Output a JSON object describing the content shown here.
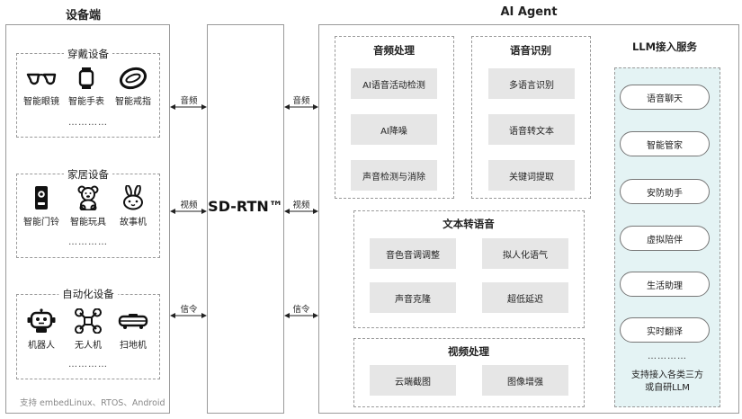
{
  "devices_side": {
    "title": "设备端",
    "wearables": {
      "title": "穿戴设备",
      "items": [
        {
          "icon": "glasses-icon",
          "label": "智能眼镜"
        },
        {
          "icon": "watch-icon",
          "label": "智能手表"
        },
        {
          "icon": "ring-icon",
          "label": "智能戒指"
        }
      ],
      "more": "…………"
    },
    "home": {
      "title": "家居设备",
      "items": [
        {
          "icon": "doorbell-icon",
          "label": "智能门铃"
        },
        {
          "icon": "teddy-bear-icon",
          "label": "智能玩具"
        },
        {
          "icon": "bunny-icon",
          "label": "故事机"
        }
      ],
      "more": "…………"
    },
    "automation": {
      "title": "自动化设备",
      "items": [
        {
          "icon": "robot-icon",
          "label": "机器人"
        },
        {
          "icon": "drone-icon",
          "label": "无人机"
        },
        {
          "icon": "robot-vacuum-icon",
          "label": "扫地机"
        }
      ],
      "more": "…………"
    },
    "support_note": "支持 embedLinux、RTOS、Android"
  },
  "network": {
    "label": "SD-RTN™",
    "left_links": [
      "音频",
      "视频",
      "信令"
    ],
    "right_links": [
      "音频",
      "视频",
      "信令"
    ]
  },
  "agent": {
    "title": "AI Agent",
    "audio_processing": {
      "title": "音频处理",
      "items": [
        "AI语音活动检测",
        "AI降噪",
        "声音检测与消除"
      ]
    },
    "speech_recognition": {
      "title": "语音识别",
      "items": [
        "多语言识别",
        "语音转文本",
        "关键词提取"
      ]
    },
    "tts": {
      "title": "文本转语音",
      "items": [
        "音色音调调整",
        "拟人化语气",
        "声音克隆",
        "超低延迟"
      ]
    },
    "video_processing": {
      "title": "视频处理",
      "items": [
        "云端截图",
        "图像增强"
      ]
    },
    "llm": {
      "title": "LLM接入服务",
      "items": [
        "语音聊天",
        "智能管家",
        "安防助手",
        "虚拟陪伴",
        "生活助理",
        "实时翻译"
      ],
      "more": "…………",
      "footer_line1": "支持接入各类三方",
      "footer_line2": "或自研LLM"
    }
  },
  "colors": {
    "llm_bg": "#e4f3f4",
    "box_gray": "#e6e6e6",
    "border": "#9a9a9a"
  }
}
